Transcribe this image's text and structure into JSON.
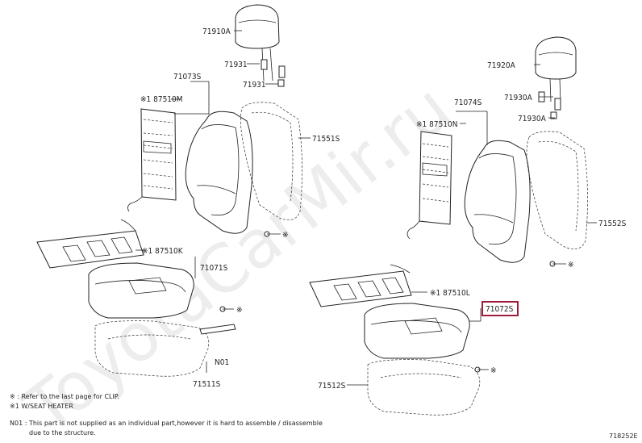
{
  "watermark": "ToyotaCarMir.ru",
  "diagram_code": "718252E",
  "labels": {
    "p71910A": "71910A",
    "p71931a": "71931",
    "p71931b": "71931",
    "p71073S": "71073S",
    "p87510M": "※1 87510M",
    "p71551S": "71551S",
    "p87510K": "※1 87510K",
    "p71071S": "71071S",
    "p71511S": "71511S",
    "pN01": "N01",
    "p71920A": "71920A",
    "p71930Aa": "71930A",
    "p71930Ab": "71930A",
    "p71074S": "71074S",
    "p87510N": "※1 87510N",
    "p71552S": "71552S",
    "p87510L": "※1 87510L",
    "p71072S": "71072S",
    "p71512S": "71512S",
    "star": "※"
  },
  "notes": {
    "n1": "※  : Refer to the last page for CLIP.",
    "n2": "※1 W/SEAT HEATER",
    "n3": "N01 : This part is not supplied as an individual part,however it is hard to assemble / disassemble",
    "n4": "due to the structure."
  }
}
